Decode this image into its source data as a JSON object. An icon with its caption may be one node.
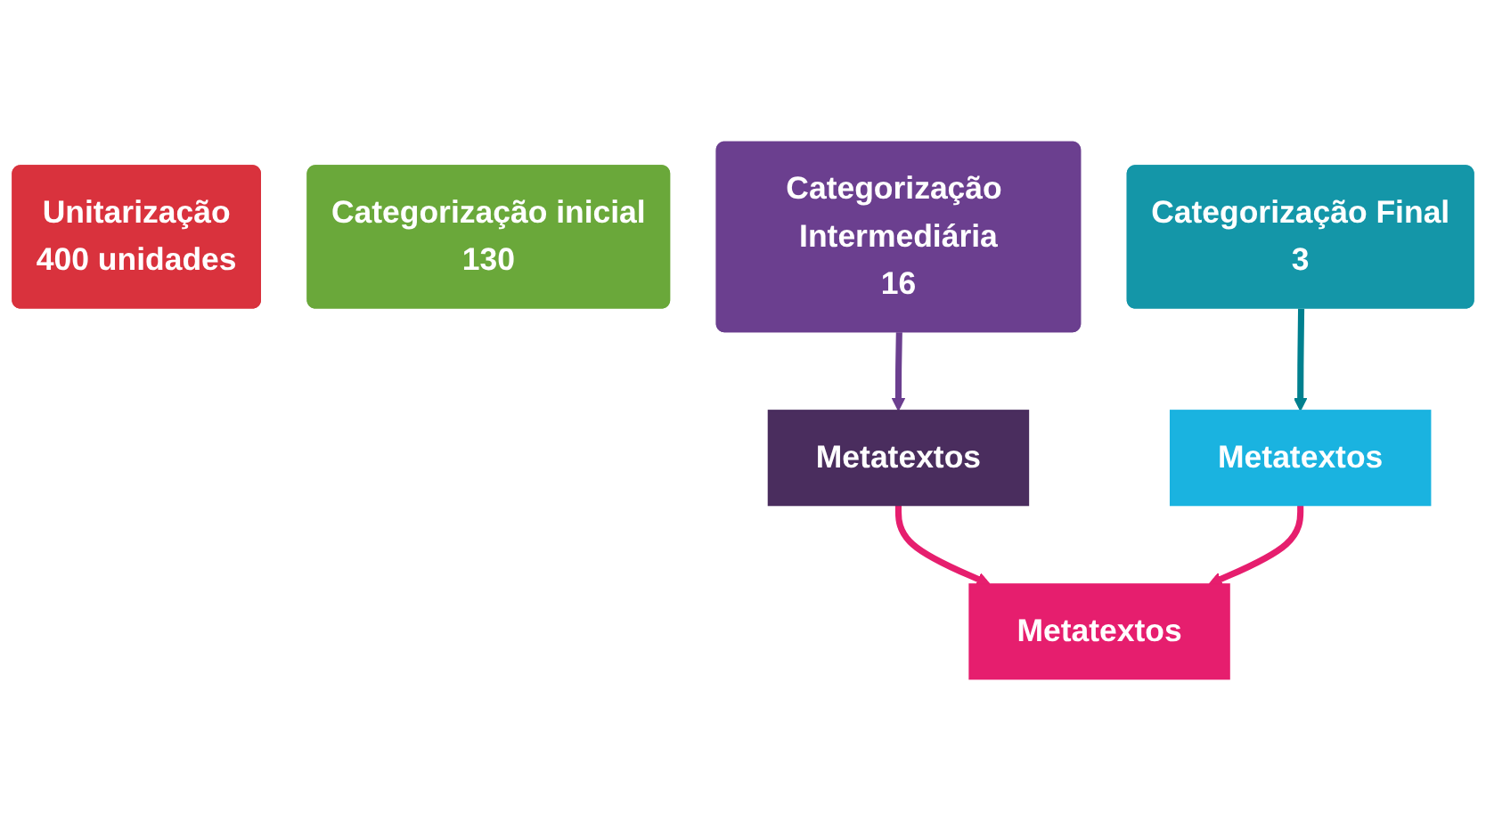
{
  "diagram": {
    "nodes": [
      {
        "text": [
          "Unitarização",
          "400 unidades"
        ]
      },
      {
        "text": [
          "Categorização inicial",
          "130"
        ]
      },
      {
        "text": [
          "Categorização Intermediária",
          "16"
        ]
      },
      {
        "text": [
          "Categorização Final",
          "3"
        ]
      },
      {
        "text": [
          "Metatextos"
        ]
      },
      {
        "text": [
          "Metatextos"
        ]
      },
      {
        "text": [
          "Metatextos"
        ]
      }
    ],
    "edges": [
      {
        "from": 2,
        "to": 4,
        "arrow": "to",
        "color": "#6b3f8f"
      },
      {
        "from": 3,
        "to": 5,
        "arrow": "to",
        "color": "#00808f"
      },
      {
        "from": 4,
        "to": 6,
        "arrow": "to",
        "color": "#e61e6e"
      },
      {
        "from": 5,
        "to": 6,
        "arrow": "to",
        "color": "#e61e6e"
      }
    ]
  }
}
